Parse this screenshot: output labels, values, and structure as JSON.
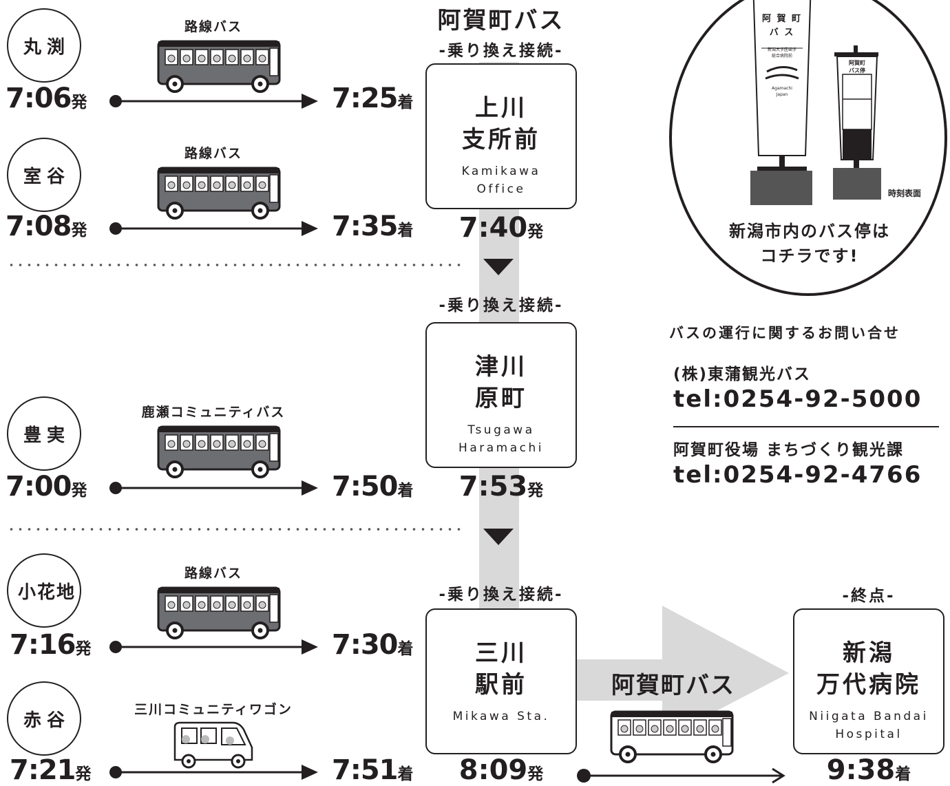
{
  "header": {
    "title": "阿賀町バス",
    "transfer_label": "-乗り換え接続-"
  },
  "routes": [
    {
      "origin": "丸渕",
      "bus": "路線バス",
      "depart": "7:06",
      "arrive": "7:25"
    },
    {
      "origin": "室谷",
      "bus": "路線バス",
      "depart": "7:08",
      "arrive": "7:35"
    },
    {
      "origin": "豊実",
      "bus": "鹿瀬コミュニティバス",
      "depart": "7:00",
      "arrive": "7:50"
    },
    {
      "origin": "小花地",
      "bus": "路線バス",
      "depart": "7:16",
      "arrive": "7:30"
    },
    {
      "origin": "赤谷",
      "bus": "三川コミュニティワゴン",
      "depart": "7:21",
      "arrive": "7:51"
    }
  ],
  "suffix": {
    "depart": "発",
    "arrive": "着"
  },
  "stops": [
    {
      "jp1": "上川",
      "jp2": "支所前",
      "en1": "Kamikawa",
      "en2": "Office",
      "depart": "7:40"
    },
    {
      "jp1": "津川",
      "jp2": "原町",
      "en1": "Tsugawa",
      "en2": "Haramachi",
      "depart": "7:53"
    },
    {
      "jp1": "三川",
      "jp2": "駅前",
      "en1": "Mikawa Sta.",
      "en2": "",
      "depart": "8:09"
    }
  ],
  "main_bus_label": "阿賀町バス",
  "terminal": {
    "label": "-終点-",
    "jp1": "新潟",
    "jp2": "万代病院",
    "en1": "Niigata Bandai",
    "en2": "Hospital",
    "arrive": "9:38"
  },
  "busstop_callout": {
    "sign_title_1": "阿 賀 町",
    "sign_title_2": "バ ス",
    "sign_sub_1": "新潟大学医歯学",
    "sign_sub_2": "総合病院前",
    "sign_brand": "Agamachi",
    "sign_brand_2": "Japan",
    "small_sign_title_1": "阿賀町",
    "small_sign_title_2": "バス停",
    "timetable_face": "時刻表面",
    "caption_1": "新潟市内のバス停は",
    "caption_2": "コチラです!"
  },
  "contact": {
    "heading": "バスの運行に関するお問い合せ",
    "company1": "(株)東蒲観光バス",
    "tel1": "tel:0254-92-5000",
    "company2": "阿賀町役場 まちづくり観光課",
    "tel2": "tel:0254-92-4766"
  },
  "colors": {
    "ink": "#231f20",
    "route_gray": "#d9d9d9",
    "bus_body": "#6d6e71"
  }
}
